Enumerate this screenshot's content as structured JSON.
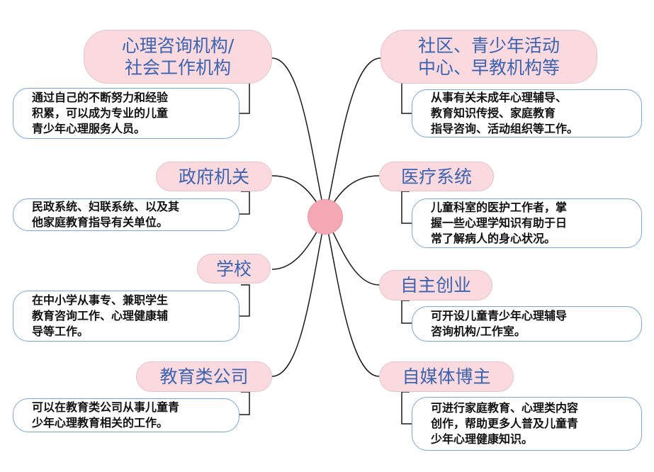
{
  "colors": {
    "topic_fill": "#fad9df",
    "topic_text": "#3b64b0",
    "detail_border": "#7aa6d8",
    "center_node": "#f3a8b4",
    "connector": "#1a1a1a"
  },
  "left_branches": [
    {
      "topic": "心理咨询机构/\n社会工作机构",
      "detail": "通过自己的不断努力和经验\n积累，可以成为专业的儿童\n青少年心理服务人员。"
    },
    {
      "topic": "政府机关",
      "detail": "民政系统、妇联系统、以及其\n他家庭教育指导有关单位。"
    },
    {
      "topic": "学校",
      "detail": "在中小学从事专、兼职学生\n教育咨询工作、心理健康辅\n导等工作。"
    },
    {
      "topic": "教育类公司",
      "detail": "可以在教育类公司从事儿童青\n少年心理教育相关的工作。"
    }
  ],
  "right_branches": [
    {
      "topic": "社区、青少年活动\n中心、早教机构等",
      "detail": "从事有关未成年心理辅导、\n教育知识传授、家庭教育\n指导咨询、活动组织等工作。"
    },
    {
      "topic": "医疗系统",
      "detail": "儿童科室的医护工作者，掌\n握一些心理学知识有助于日\n常了解病人的身心状况。"
    },
    {
      "topic": "自主创业",
      "detail": "可开设儿童青少年心理辅导\n咨询机构/工作室。"
    },
    {
      "topic": "自媒体博主",
      "detail": "可进行家庭教育、心理类内容\n创作，帮助更多人普及儿童青\n少年心理健康知识。"
    }
  ]
}
